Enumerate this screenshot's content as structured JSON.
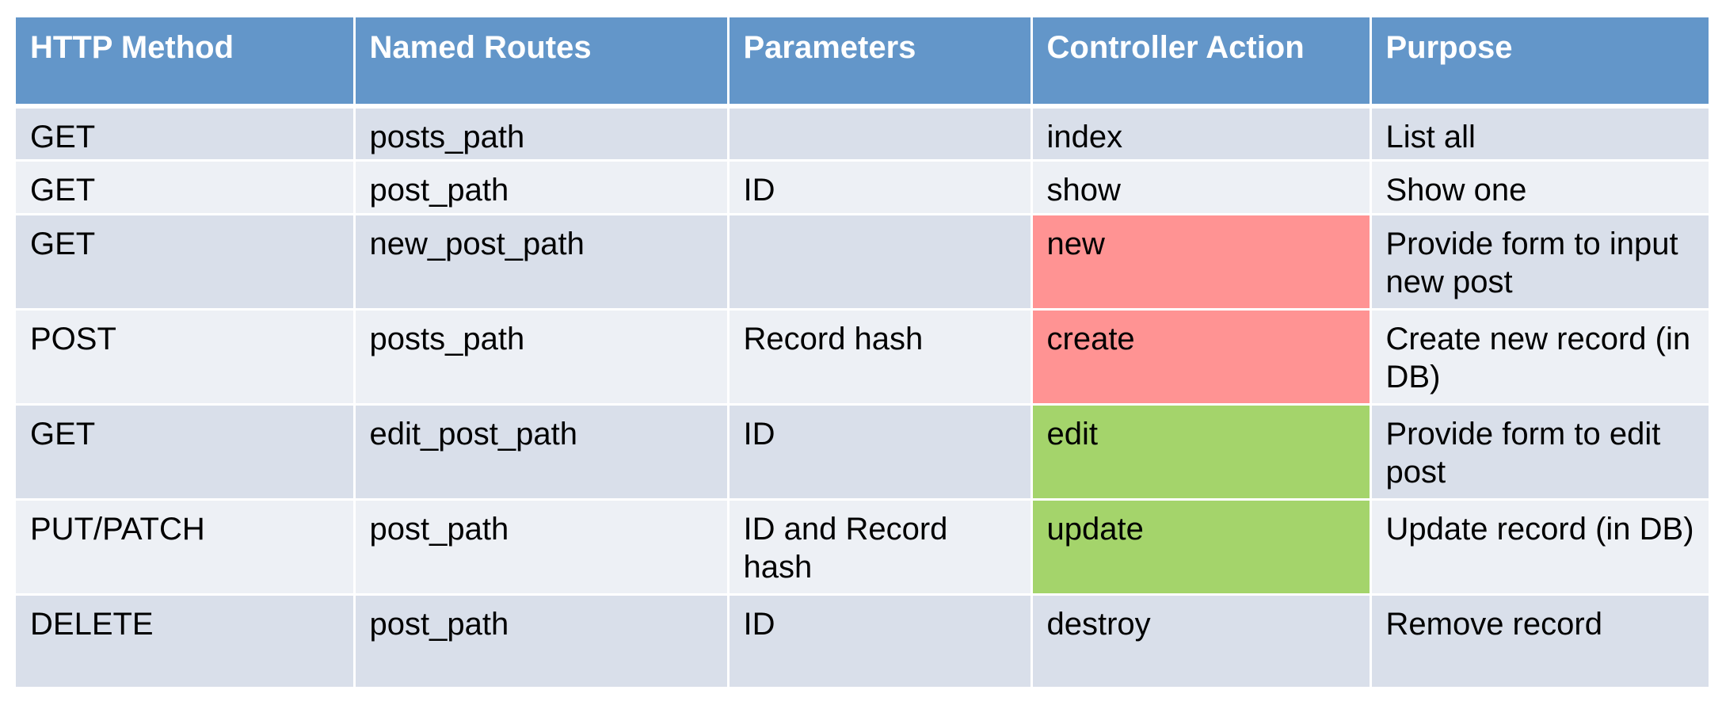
{
  "table": {
    "headers": [
      "HTTP Method",
      "Named Routes",
      "Parameters",
      "Controller Action",
      "Purpose"
    ],
    "rows": [
      {
        "method": "GET",
        "route": "posts_path",
        "params": "",
        "action": "index",
        "purpose": "List all"
      },
      {
        "method": "GET",
        "route": "post_path",
        "params": "ID",
        "action": "show",
        "purpose": "Show one"
      },
      {
        "method": "GET",
        "route": "new_post_path",
        "params": "",
        "action": "new",
        "purpose": "Provide form to input new post"
      },
      {
        "method": "POST",
        "route": "posts_path",
        "params": "Record hash",
        "action": "create",
        "purpose": "Create new record (in DB)"
      },
      {
        "method": "GET",
        "route": "edit_post_path",
        "params": "ID",
        "action": "edit",
        "purpose": "Provide form to edit post"
      },
      {
        "method": "PUT/PATCH",
        "route": "post_path",
        "params": "ID and Record hash",
        "action": "update",
        "purpose": "Update record (in DB)"
      },
      {
        "method": "DELETE",
        "route": "post_path",
        "params": "ID",
        "action": "destroy",
        "purpose": "Remove record"
      }
    ]
  },
  "colors": {
    "header": "#6396c9",
    "row_dark": "#d9dfea",
    "row_light": "#edf0f5",
    "highlight_red": "#ff9393",
    "highlight_green": "#a4d46b"
  }
}
